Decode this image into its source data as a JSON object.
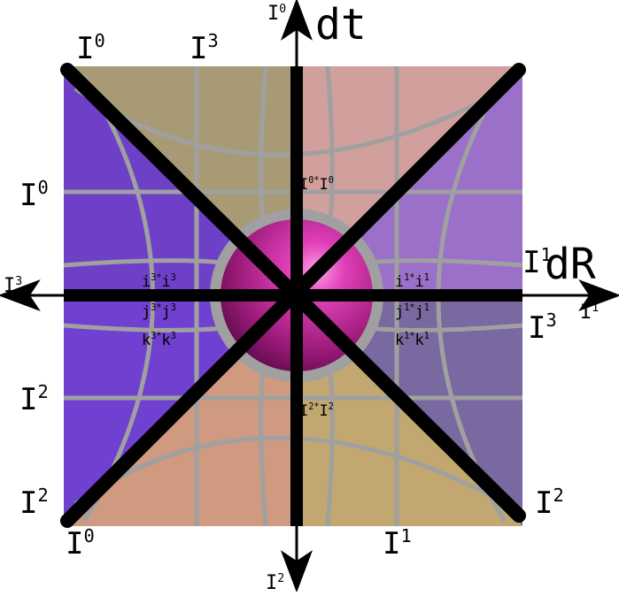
{
  "axes": {
    "dt": "dt",
    "dR": "dR",
    "top_arrow": {
      "base": "I",
      "sup": "0"
    },
    "bottom_arrow": {
      "base": "I",
      "sup": "2"
    },
    "left_arrow": {
      "base": "I",
      "sup": "3"
    },
    "right_arrow": {
      "base": "I",
      "sup": "1"
    }
  },
  "corner_labels": {
    "top_left": {
      "base": "I",
      "sup": "0"
    },
    "top_mid": {
      "base": "I",
      "sup": "3"
    },
    "left_upper": {
      "base": "I",
      "sup": "0"
    },
    "right_mid": {
      "base": "I",
      "sup": "1"
    },
    "right_lower": {
      "base": "I",
      "sup": "3"
    },
    "left_lower": {
      "base": "I",
      "sup": "2"
    },
    "bottom_left_side": {
      "base": "I",
      "sup": "2"
    },
    "bottom_right_side": {
      "base": "I",
      "sup": "2"
    },
    "bottom_left": {
      "base": "I",
      "sup": "0"
    },
    "bottom_mid": {
      "base": "I",
      "sup": "1"
    }
  },
  "inner_labels": {
    "top": {
      "a": "I",
      "a_sup": "0*",
      "b": "I",
      "b_sup": "0"
    },
    "bottom": {
      "a": "I",
      "a_sup": "2*",
      "b": "I",
      "b_sup": "2"
    },
    "left_i": {
      "a": "i",
      "a_sup": "3*",
      "b": "i",
      "b_sup": "3"
    },
    "left_j": {
      "a": "j",
      "a_sup": "3*",
      "b": "j",
      "b_sup": "3"
    },
    "left_k": {
      "a": "k",
      "a_sup": "3*",
      "b": "k",
      "b_sup": "3"
    },
    "right_i": {
      "a": "i",
      "a_sup": "1*",
      "b": "i",
      "b_sup": "1"
    },
    "right_j": {
      "a": "j",
      "a_sup": "1*",
      "b": "j",
      "b_sup": "1"
    },
    "right_k": {
      "a": "k",
      "a_sup": "1*",
      "b": "k",
      "b_sup": "1"
    }
  },
  "colors": {
    "quadrant_top": "#a89a74",
    "quadrant_top_right": "#d1a09c",
    "quadrant_right": "#9a70c8",
    "quadrant_bottom_right": "#c2a870",
    "quadrant_bottom": "#cf9a80",
    "quadrant_left": "#6e3fd2",
    "sphere": "#c0208f",
    "grid": "#a0a0a0",
    "axes": "#000000"
  }
}
